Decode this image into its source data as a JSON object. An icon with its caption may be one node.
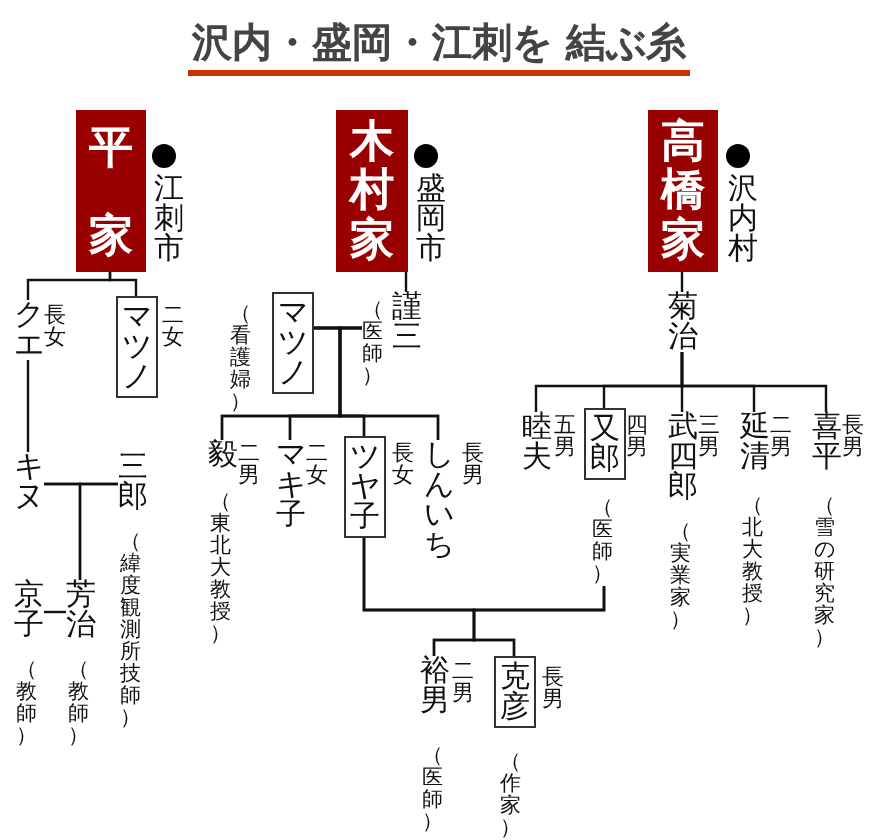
{
  "diagram": {
    "title": "沢内・盛岡・江刺を 結ぶ糸",
    "nodes": [
      {
        "text": [
          "平家"
        ],
        "beside": [
          "江刺市"
        ]
      },
      {
        "text": [
          "木村家"
        ],
        "beside": [
          "盛岡市"
        ]
      },
      {
        "text": [
          "高橋家"
        ],
        "beside": [
          "沢内村"
        ]
      },
      {
        "text": [
          "クエ"
        ],
        "beside": [
          "長女"
        ]
      },
      {
        "text": [
          "マツノ"
        ],
        "beside": [
          "二女"
        ]
      },
      {
        "text": [
          "キヌ"
        ]
      },
      {
        "text": [
          "三郎"
        ],
        "beside": [
          "（緯度観測所技師）"
        ]
      },
      {
        "text": [
          "京子"
        ],
        "beside": [
          "（教師）"
        ]
      },
      {
        "text": [
          "芳治"
        ],
        "beside": [
          "（教師）"
        ]
      },
      {
        "text": [
          "マツノ"
        ],
        "beside": [
          "（看護婦）"
        ]
      },
      {
        "text": [
          "謹三"
        ],
        "beside": [
          "（医師）"
        ]
      },
      {
        "text": [
          "毅"
        ],
        "beside": [
          "二男",
          "（東北大教授）"
        ]
      },
      {
        "text": [
          "マキ子"
        ],
        "beside": [
          "二女"
        ]
      },
      {
        "text": [
          "ツヤ子"
        ],
        "beside": [
          "長女"
        ]
      },
      {
        "text": [
          "しんいち"
        ],
        "beside": [
          "長男"
        ]
      },
      {
        "text": [
          "裕男"
        ],
        "beside": [
          "二男",
          "（医師）"
        ]
      },
      {
        "text": [
          "克彦"
        ],
        "beside": [
          "長男",
          "（作家）"
        ]
      },
      {
        "text": [
          "菊治"
        ]
      },
      {
        "text": [
          "睦夫"
        ],
        "beside": [
          "五男"
        ]
      },
      {
        "text": [
          "又郎"
        ],
        "beside": [
          "四男",
          "（医師）"
        ]
      },
      {
        "text": [
          "武四郎"
        ],
        "beside": [
          "三男",
          "（実業家）"
        ]
      },
      {
        "text": [
          "延清"
        ],
        "beside": [
          "二男",
          "（北大教授）"
        ]
      },
      {
        "text": [
          "喜平"
        ],
        "beside": [
          "長男",
          "（雪の研究家）"
        ]
      }
    ],
    "edges": [
      {
        "from": 0,
        "to": 3,
        "arrow": "none"
      },
      {
        "from": 0,
        "to": 4,
        "arrow": "none"
      },
      {
        "from": 3,
        "to": 5,
        "arrow": "none"
      },
      {
        "from": 5,
        "to": 6,
        "arrow": "none"
      },
      {
        "from": 5,
        "to": 8,
        "arrow": "none"
      },
      {
        "from": 6,
        "to": 8,
        "arrow": "none"
      },
      {
        "from": 7,
        "to": 8,
        "arrow": "none"
      },
      {
        "from": 1,
        "to": 10,
        "arrow": "none"
      },
      {
        "from": 9,
        "to": 10,
        "arrow": "none"
      },
      {
        "from": 9,
        "to": 11,
        "arrow": "none"
      },
      {
        "from": 10,
        "to": 11,
        "arrow": "none"
      },
      {
        "from": 9,
        "to": 12,
        "arrow": "none"
      },
      {
        "from": 10,
        "to": 12,
        "arrow": "none"
      },
      {
        "from": 9,
        "to": 13,
        "arrow": "none"
      },
      {
        "from": 10,
        "to": 13,
        "arrow": "none"
      },
      {
        "from": 9,
        "to": 14,
        "arrow": "none"
      },
      {
        "from": 10,
        "to": 14,
        "arrow": "none"
      },
      {
        "from": 13,
        "to": 19,
        "arrow": "none"
      },
      {
        "from": 13,
        "to": 15,
        "arrow": "none"
      },
      {
        "from": 19,
        "to": 15,
        "arrow": "none"
      },
      {
        "from": 13,
        "to": 16,
        "arrow": "none"
      },
      {
        "from": 19,
        "to": 16,
        "arrow": "none"
      },
      {
        "from": 2,
        "to": 17,
        "arrow": "none"
      },
      {
        "from": 17,
        "to": 18,
        "arrow": "none"
      },
      {
        "from": 17,
        "to": 19,
        "arrow": "none"
      },
      {
        "from": 17,
        "to": 20,
        "arrow": "none"
      },
      {
        "from": 17,
        "to": 21,
        "arrow": "none"
      },
      {
        "from": 17,
        "to": 22,
        "arrow": "none"
      }
    ]
  }
}
